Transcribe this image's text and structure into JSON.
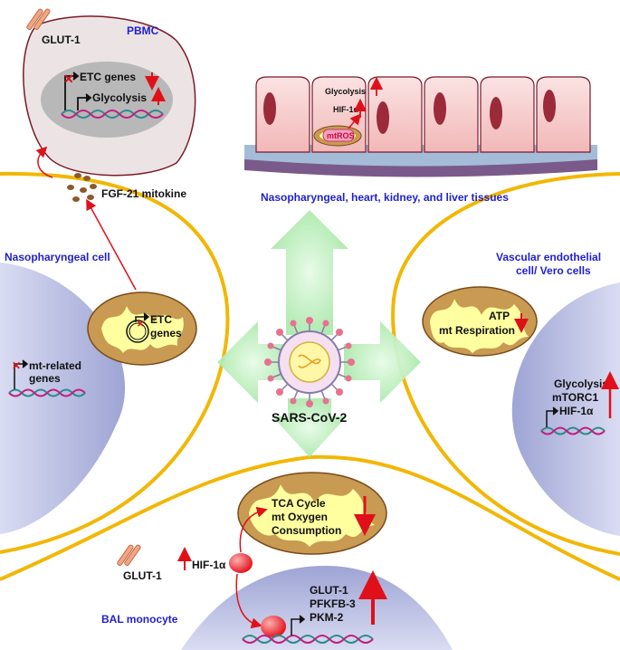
{
  "pbmc": {
    "title": "PBMC",
    "glut": "GLUT-1",
    "etc": "ETC genes",
    "glycolysis": "Glycolysis"
  },
  "fgf": {
    "label": "FGF-21 mitokine"
  },
  "tissue": {
    "glycolysis": "Glycolysis",
    "hif": "HIF-1α",
    "mtros": "mtROS",
    "caption": "Nasopharyngeal, heart, kidney, and liver tissues"
  },
  "naso": {
    "title": "Nasopharyngeal cell",
    "mito_label_1": "ETC",
    "mito_label_2": "genes",
    "nucleus_label_1": "mt-related",
    "nucleus_label_2": "genes"
  },
  "vascular": {
    "title_1": "Vascular endothelial",
    "title_2": "cell/ Vero cells",
    "atp": "ATP",
    "resp": "mt Respiration",
    "glycolysis": "Glycolysis",
    "mtorc": "mTORC1",
    "hif": "HIF-1α"
  },
  "center": {
    "virus": "SARS-CoV-2"
  },
  "bal": {
    "title": "BAL monocyte",
    "tca": "TCA Cycle",
    "oxygen": "mt Oxygen",
    "consumption": "Consumption",
    "glut": "GLUT-1",
    "hif": "HIF-1α",
    "g1": "GLUT-1",
    "g2": "PFKFB-3",
    "g3": "PKM-2"
  },
  "colors": {
    "membrane": "#f2b705",
    "nucleus": "#c8cbe8",
    "mito_fill": "#c89a52",
    "mito_inner": "#ffffa0",
    "arrow_red": "#e0101a",
    "arrow_green": "#b8f0b8",
    "label_blue": "#1f1fd0",
    "tissue_pink": "#f6c9c9"
  },
  "icons": [
    "virus-icon",
    "dna-icon",
    "mitochondrion-icon",
    "glut-channel-icon",
    "promoter-arrow-icon",
    "up-arrow-icon",
    "down-arrow-icon"
  ]
}
